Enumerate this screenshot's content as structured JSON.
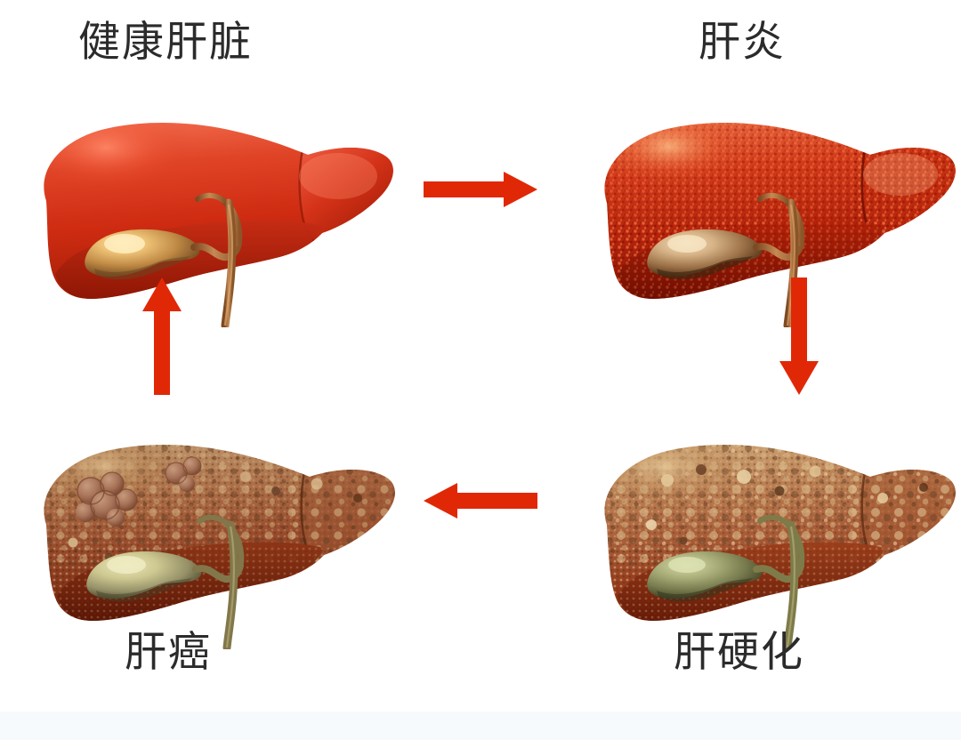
{
  "diagram": {
    "title_text_language": "zh",
    "background_color": "#ffffff",
    "footer_strip_color": "#f7fafd",
    "arrow_color": "#e12806",
    "label_color": "#2b2b2b"
  },
  "stages": [
    {
      "id": "healthy",
      "label": "健康肝脏",
      "position": "top-left",
      "organ": "liver",
      "appearance": "smooth glossy bright red liver with golden gallbladder and brown bile duct",
      "colors": {
        "surface_light": "#e8503a",
        "surface_mid": "#d2341f",
        "surface_dark": "#a81f07",
        "gallbladder": "#d8a152",
        "gallbladder_highlight": "#f6d79a",
        "duct": "#b4estub"
      }
    },
    {
      "id": "hepatitis",
      "label": "肝炎",
      "position": "top-right",
      "organ": "liver",
      "appearance": "inflamed granular speckled deep red liver, rough swollen surface",
      "colors": {
        "surface_light": "#e9623c",
        "surface_mid": "#c72a10",
        "surface_dark": "#8b1403",
        "speckle": "#f0a06a",
        "gallbladder": "#cfa477"
      }
    },
    {
      "id": "cirrhosis",
      "label": "肝硬化",
      "position": "bottom-right",
      "organ": "liver",
      "appearance": "scarred nodular tan-brown liver with regenerative nodules and greenish gallbladder",
      "colors": {
        "surface_light": "#c8926a",
        "surface_mid": "#a65f3c",
        "surface_dark": "#7a2f14",
        "nodule_light": "#dcc091",
        "nodule_dark": "#6e452c",
        "gallbladder": "#9aa070"
      }
    },
    {
      "id": "cancer",
      "label": "肝癌",
      "position": "bottom-left",
      "organ": "liver",
      "appearance": "cirrhotic brown liver with clustered grape-like tumor masses and pale gallbladder",
      "colors": {
        "surface_light": "#bd8a64",
        "surface_mid": "#9c5739",
        "surface_dark": "#6e2a12",
        "tumor": "#b07b5e",
        "tumor_dark": "#8a553a",
        "gallbladder": "#cbc695"
      }
    }
  ],
  "arrows": [
    {
      "id": "healthy-to-hepatitis",
      "direction": "right",
      "from": "健康肝脏",
      "to": "肝炎",
      "color": "#e12806"
    },
    {
      "id": "hepatitis-to-cirrhosis",
      "direction": "down",
      "from": "肝炎",
      "to": "肝硬化",
      "color": "#e12806"
    },
    {
      "id": "cirrhosis-to-cancer",
      "direction": "left",
      "from": "肝硬化",
      "to": "肝癌",
      "color": "#e12806"
    },
    {
      "id": "cancer-to-healthy",
      "direction": "up",
      "from": "肝癌",
      "to": "健康肝脏",
      "color": "#e12806"
    }
  ]
}
